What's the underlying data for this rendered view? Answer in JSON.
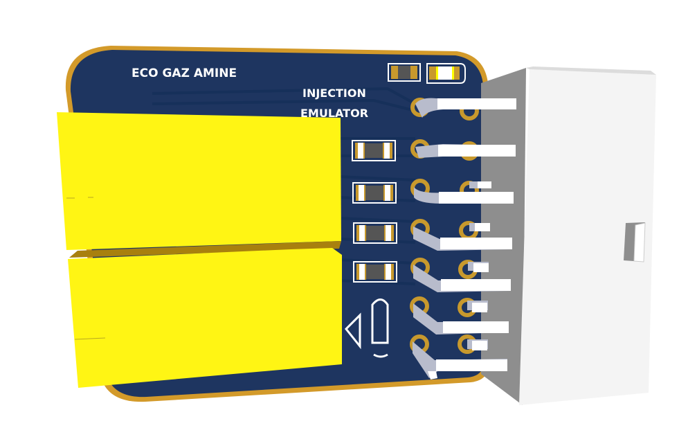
{
  "scene": {
    "type": "3d-pcb-render",
    "background": "#ffffff"
  },
  "board": {
    "solder_mask_color": "#1e3560",
    "edge_color": "#d39a2a",
    "trace_color": "#16305a",
    "silkscreen": {
      "title": "ECO GAZ AMINE",
      "subtitle_line1": "INJECTION",
      "subtitle_line2": "EMULATOR"
    }
  },
  "components": {
    "relays": [
      {
        "label": "relay-top",
        "color": "#fff514"
      },
      {
        "label": "relay-bottom",
        "color": "#fff514"
      }
    ],
    "smd_resistors": [
      {
        "label": "R-top"
      },
      {
        "label": "R1"
      },
      {
        "label": "R2"
      },
      {
        "label": "R3"
      },
      {
        "label": "R4"
      }
    ],
    "led": {
      "label": "LED",
      "color": "#ffff00"
    },
    "connector": {
      "type": "right-angle pin header",
      "pin_rows": 7,
      "pin_cols": 2,
      "body_color": "#f4f4f4",
      "side_color": "#8e8e8e",
      "pin_color": "#b8bccc",
      "pad_color": "#c8992d"
    },
    "diode_footprint": {
      "label": "D1"
    }
  }
}
